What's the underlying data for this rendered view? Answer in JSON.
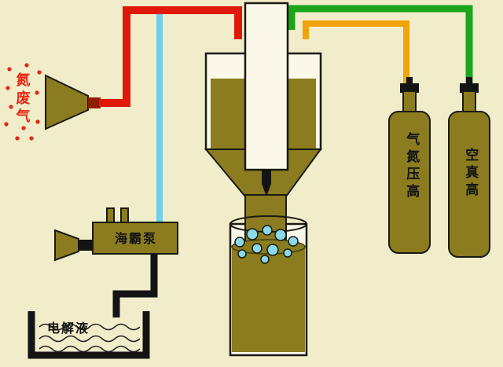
{
  "diagram": {
    "labels": {
      "waste_gas": "氮废气",
      "pump": "海霸泵",
      "cylinder_left": "气氮压高",
      "cylinder_right": "空真高",
      "electrolyte": "电解液"
    },
    "colors": {
      "background": "#f1edca",
      "apparatus_olive": "#8a7c1f",
      "tube_red": "#e0180a",
      "tube_cyan": "#6fd0ec",
      "tube_green": "#1aa51a",
      "tube_orange": "#f0a30a",
      "bubble_cyan": "#8bd9ea",
      "waste_gas_text": "#e8250f",
      "outline_black": "#1a1a12"
    }
  }
}
